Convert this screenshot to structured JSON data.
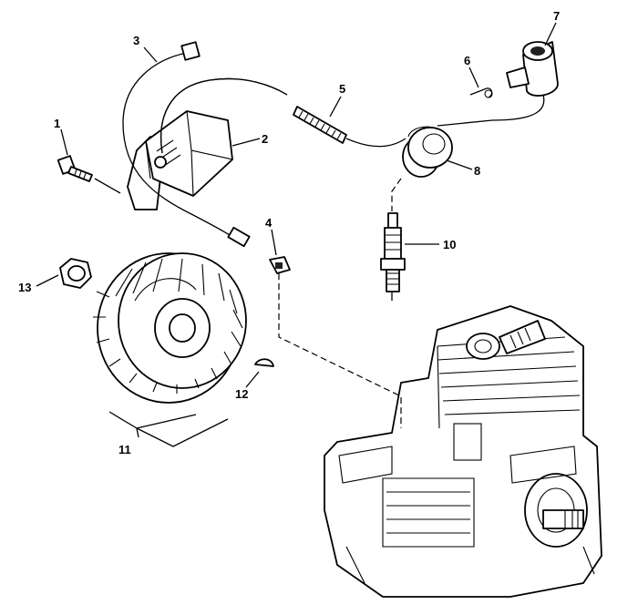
{
  "labels": {
    "p1": "1",
    "p2": "2",
    "p3": "3",
    "p4": "4",
    "p5": "5",
    "p6": "6",
    "p7": "7",
    "p8": "8",
    "p10": "10",
    "p11": "11",
    "p12": "12",
    "p13": "13"
  }
}
